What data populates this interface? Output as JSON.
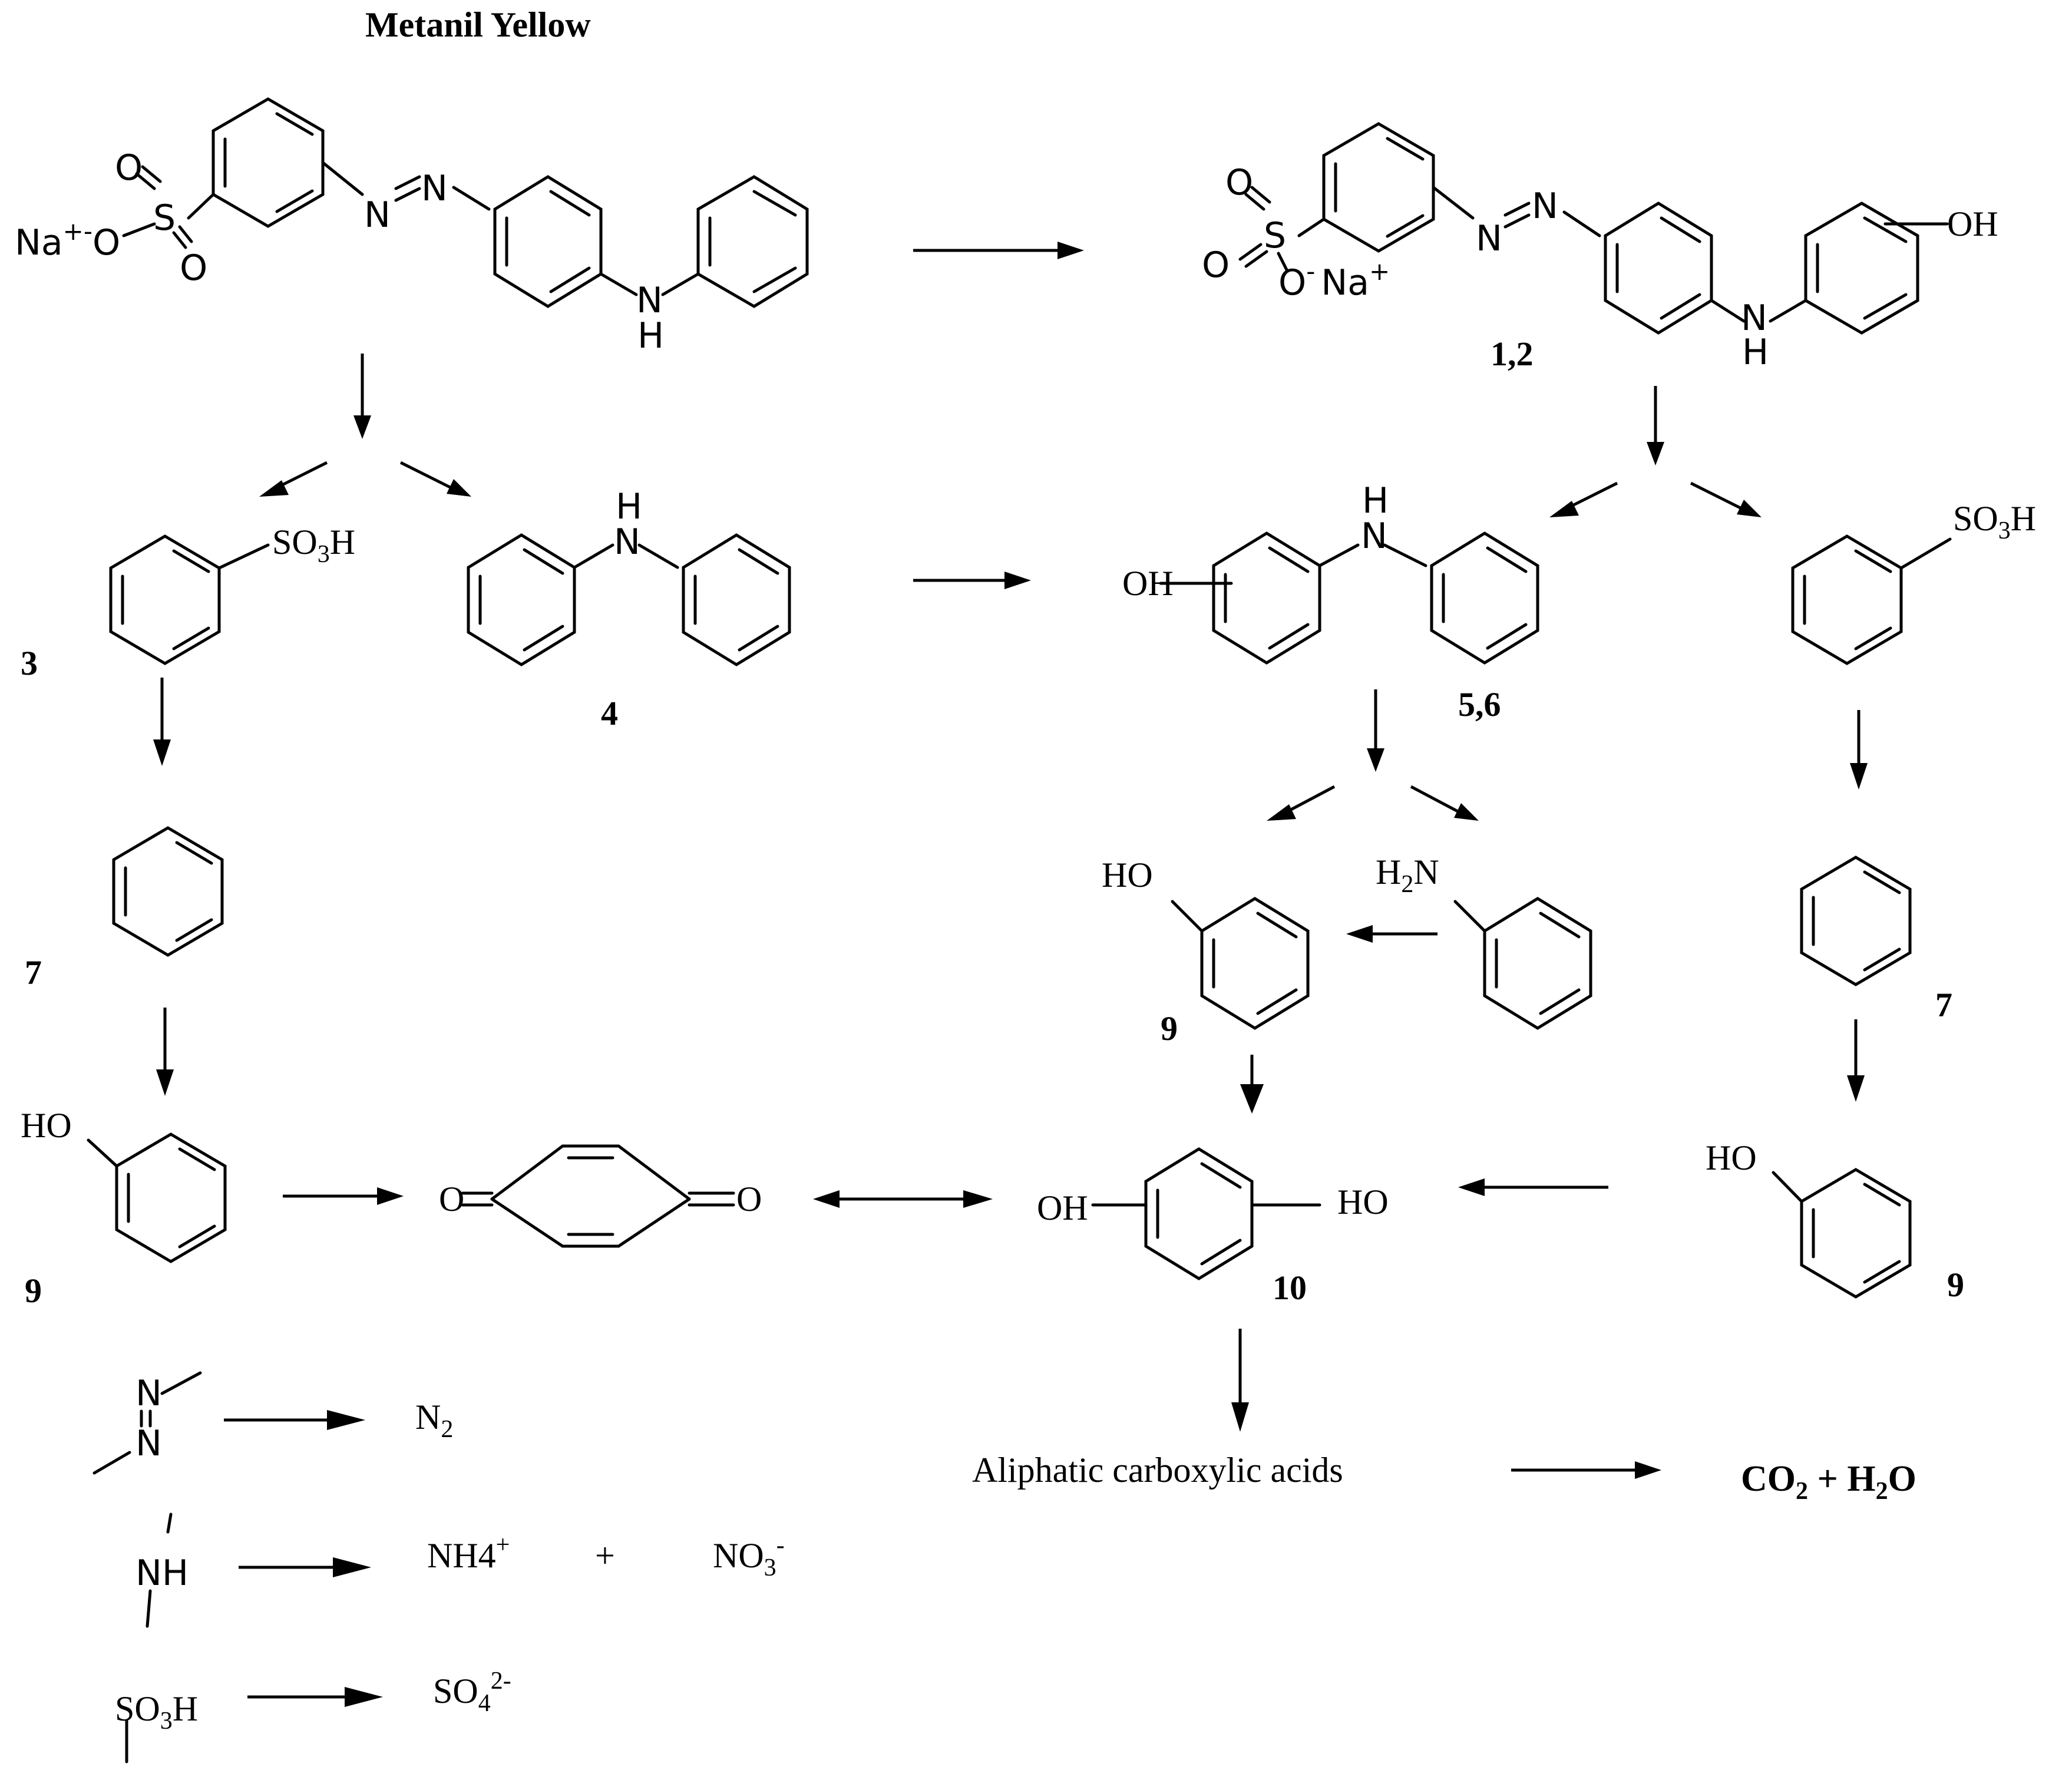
{
  "title": "Metanil Yellow",
  "compound_labels": {
    "c12": "1,2",
    "c3": "3",
    "c4": "4",
    "c56": "5,6",
    "c7_left": "7",
    "c7_right": "7",
    "c9_left": "9",
    "c9_mid": "9",
    "c9_right": "9",
    "c10": "10"
  },
  "atoms": {
    "na_plus": "Na",
    "plus": "+",
    "minus": "-",
    "o_minus": "O",
    "o": "O",
    "s": "S",
    "n": "N",
    "h": "H",
    "nh": "NH",
    "oh": "OH",
    "ho": "HO",
    "na_suffix": "Na",
    "so": "SO",
    "so_sub": "3",
    "so_h": "H",
    "h2n_h": "H",
    "h2n_sub": "2",
    "h2n_n": "N"
  },
  "products": {
    "aliphatic": "Aliphatic carboxylic acids",
    "co2_a": "CO",
    "co2_sub": "2",
    "co2_plus": " + H",
    "h2o_sub": "2",
    "h2o_o": "O",
    "n2": "N",
    "n2_sub": "2",
    "nh4": "NH4",
    "nh4_sup": "+",
    "plus_sign": "+",
    "no3": "NO",
    "no3_sub": "3",
    "no3_sup": "-",
    "so4": "SO",
    "so4_sub": "4",
    "so4_sup": "2-"
  }
}
